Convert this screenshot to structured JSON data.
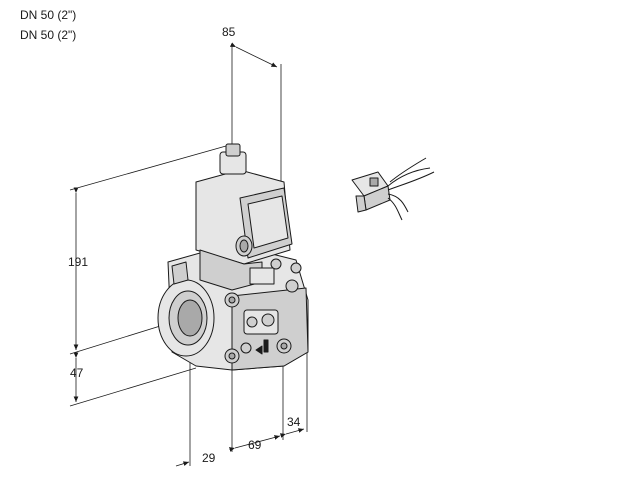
{
  "captions": [
    "DN 50 (2\")",
    "DN 50 (2\")"
  ],
  "dimensions": {
    "top_width": "85",
    "height_total": "191",
    "height_lower": "47",
    "depth_1": "29",
    "depth_2": "69",
    "depth_3": "34"
  },
  "colors": {
    "line": "#1a1a1a",
    "body_light": "#e6e6e6",
    "body_mid": "#cfcfcf",
    "body_dark": "#a9a9a9"
  }
}
